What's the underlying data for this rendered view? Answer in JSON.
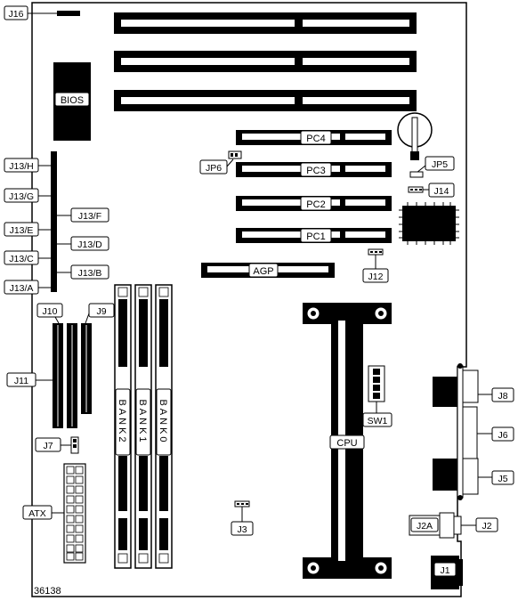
{
  "board": {
    "id_label": "36138",
    "bios_label": "BIOS",
    "cpu_label": "CPU",
    "agp_label": "AGP",
    "pci_slots": [
      "PC4",
      "PC3",
      "PC2",
      "PC1"
    ],
    "memory_banks": [
      "BANK2",
      "BANK1",
      "BANK0"
    ],
    "connectors": {
      "j16": "J16",
      "j13h": "J13/H",
      "j13g": "J13/G",
      "j13f": "J13/F",
      "j13e": "J13/E",
      "j13d": "J13/D",
      "j13c": "J13/C",
      "j13b": "J13/B",
      "j13a": "J13/A",
      "j10": "J10",
      "j9": "J9",
      "j11": "J11",
      "j7": "J7",
      "atx": "ATX",
      "j3": "J3",
      "jp6": "JP6",
      "jp5": "JP5",
      "j14": "J14",
      "j12": "J12",
      "sw1": "SW1",
      "j8": "J8",
      "j6": "J6",
      "j5": "J5",
      "j2a": "J2A",
      "j2": "J2",
      "j1": "J1"
    },
    "colors": {
      "ink": "#000000",
      "paper": "#ffffff"
    }
  }
}
